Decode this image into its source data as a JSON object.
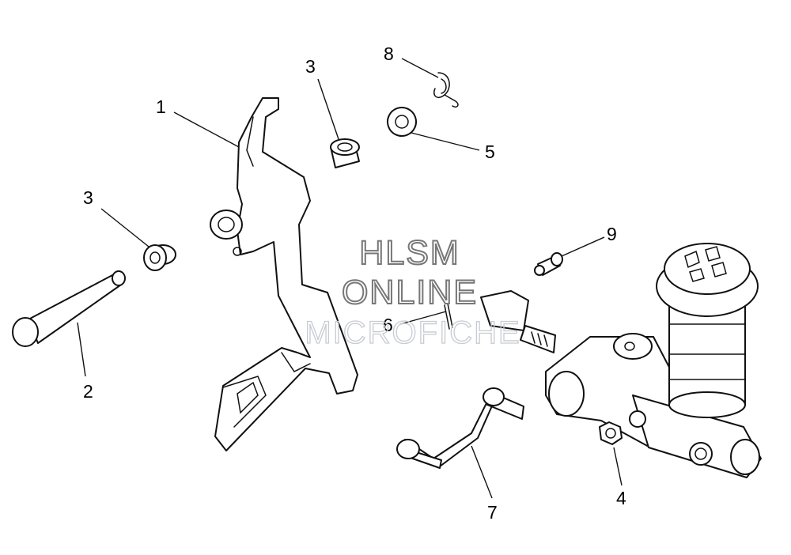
{
  "diagram": {
    "callouts": [
      {
        "id": "c1",
        "label": "1"
      },
      {
        "id": "c2",
        "label": "2"
      },
      {
        "id": "c3a",
        "label": "3"
      },
      {
        "id": "c3b",
        "label": "3"
      },
      {
        "id": "c4",
        "label": "4"
      },
      {
        "id": "c5",
        "label": "5"
      },
      {
        "id": "c6",
        "label": "6"
      },
      {
        "id": "c7",
        "label": "7"
      },
      {
        "id": "c8",
        "label": "8"
      },
      {
        "id": "c9",
        "label": "9"
      }
    ]
  },
  "watermark": {
    "line1": "HLSM",
    "line2": "ONLINE",
    "line3": "MICROFICHE"
  }
}
